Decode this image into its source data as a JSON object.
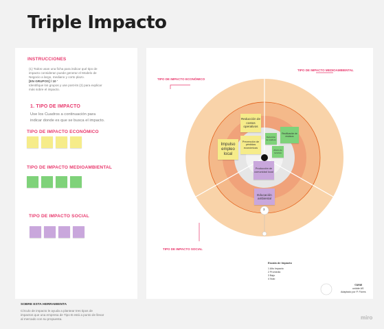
{
  "title": "Triple Impacto",
  "instructions": {
    "heading": "INSTRUCCIONES",
    "l1": "(1) Todos usan una ficha para indicar qué tipo de",
    "l2": "impacto consideran puede generar el Modelo de",
    "l3": "Negocio a largo, mediano y corto plazo.",
    "l4": "[EN GRUPOS] / 10 '",
    "l5": "Identifique los grupos y use post-its (2) para explicar",
    "l6": "más sobre el impacto."
  },
  "step1": {
    "heading": "1. TIPO DE IMPACTO",
    "line1": "Use los Cuadros a continuación para",
    "line2": "indicar donde es que se busca el impacto."
  },
  "groups": {
    "economico": "TIPO DE IMPACTO ECONÓMICO",
    "medioambiental": "TIPO DE IMPACTO MEDIOAMBIENTAL",
    "social": "TIPO DE IMPACTO SOCIAL"
  },
  "wheel": {
    "label_economico": "TIPO DE IMPACTO ECONÓMICO",
    "label_medioambiental": "TIPO DE IMPACTO MEDIOAMBIENTAL",
    "label_social": "TIPO DE IMPACTO SOCIAL",
    "notes": {
      "reduccion": "Reducción de costos operativos",
      "prevencion": "Prevención de pérdidas económicas",
      "impulso": "Impulso empleo local",
      "produccion": "Producción de comunidad local",
      "educacion": "Educación ambiental",
      "g1": "Reducción de residuos",
      "g2": "Reutilización de residuos",
      "g3": "Ahorro de recursos"
    },
    "marker": "3"
  },
  "scale": {
    "heading": "Escala de Impacto",
    "i1": "1 Alto Impacto",
    "i2": "2 Promedio",
    "i3": "3 Bajo",
    "i4": "4 Nulo"
  },
  "credit": {
    "l1": "©DRIE",
    "l2": "unidde AS",
    "l3": "Adaptado por P. Flores"
  },
  "about": {
    "heading": "SOBRE ESTA HERRAMIENTA",
    "l1": "Círculo de impacto le ayuda a plantear tres tipos de",
    "l2": "impactos que una empresa de Tipo B está a punto de llevar",
    "l3": "al mercado con su propuesta."
  },
  "brand": "miro",
  "colors": {
    "accent": "#e8366b",
    "outer": "#f9d3a9",
    "mid": "#f4b98a",
    "yellow": "#f6ec8a",
    "green": "#7fd27a",
    "purple": "#c9a7dc"
  }
}
